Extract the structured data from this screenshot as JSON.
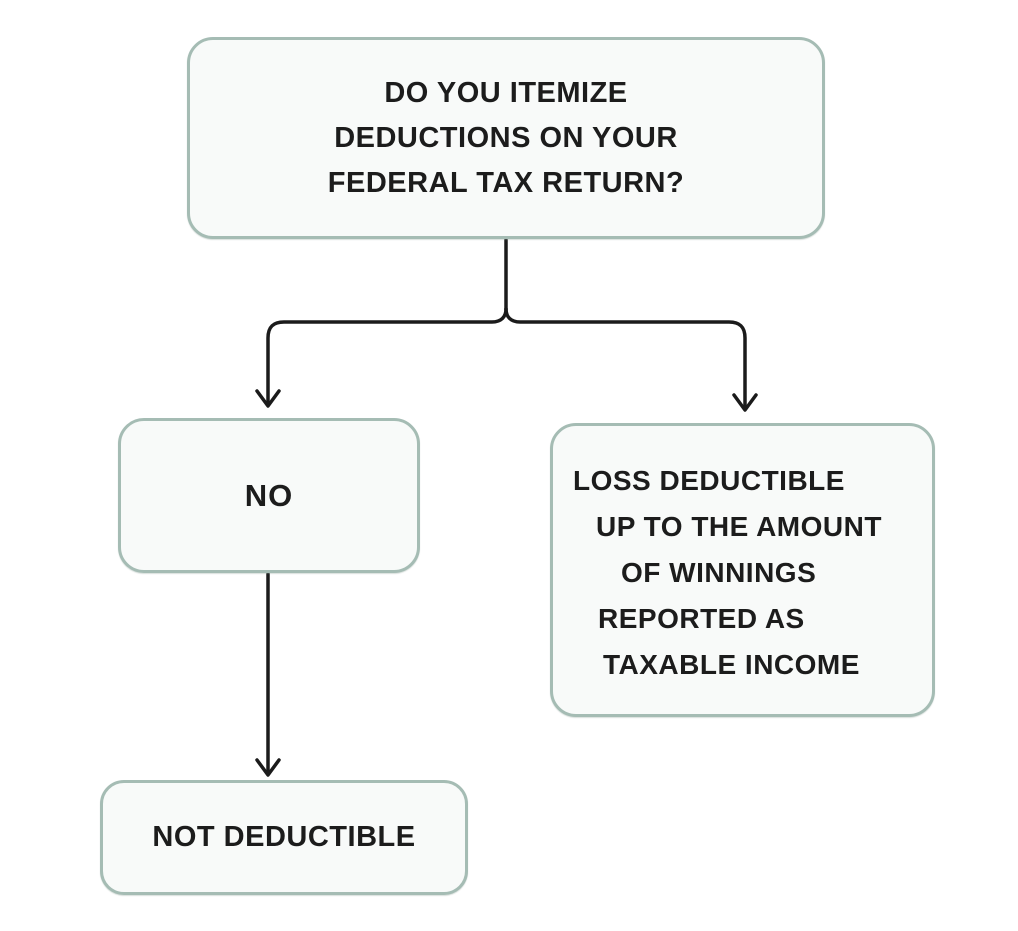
{
  "diagram": {
    "type": "flowchart",
    "nodes": {
      "question": {
        "text": "DO YOU ITEMIZE\nDEDUCTIONS ON YOUR\nFEDERAL TAX RETURN?"
      },
      "no": {
        "text": "NO"
      },
      "loss": {
        "lines": [
          "LOSS DEDUCTIBLE",
          "UP TO THE AMOUNT",
          "OF WINNINGS",
          "REPORTED AS",
          "TAXABLE INCOME"
        ]
      },
      "not_deductible": {
        "text": "NOT DEDUCTIBLE"
      }
    },
    "edges": [
      {
        "from": "question",
        "to": "no"
      },
      {
        "from": "question",
        "to": "loss"
      },
      {
        "from": "no",
        "to": "not_deductible"
      }
    ],
    "colors": {
      "box_border": "#a5bcb4",
      "box_fill": "#f8faf9",
      "arrow": "#1b1b1b",
      "text": "#1c1c1c",
      "background": "#ffffff"
    }
  }
}
